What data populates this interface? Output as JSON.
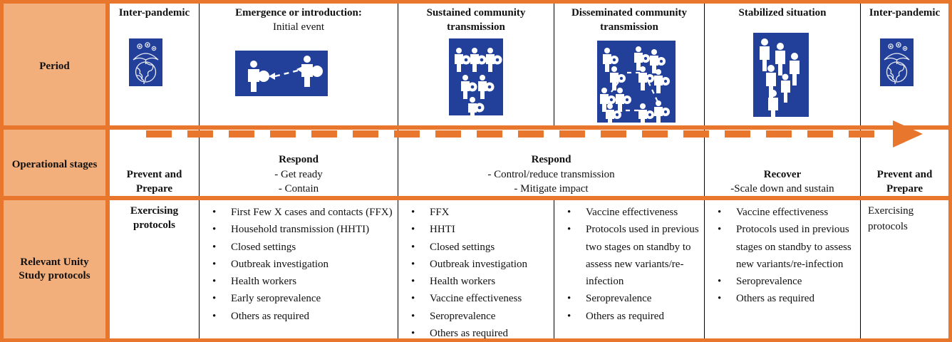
{
  "rows": {
    "period": {
      "label": "Period",
      "columns": [
        {
          "title_bold": "Inter-pandemic",
          "title_rest": "",
          "icon": "umbrella-globe-virus-icon"
        },
        {
          "title_bold": "Emergence or introduction:",
          "title_rest": "Initial event",
          "icon": "two-people-transmission-icon"
        },
        {
          "title_bold": "Sustained community transmission",
          "title_rest": "",
          "icon": "six-infected-people-icon"
        },
        {
          "title_bold": "Disseminated community transmission",
          "title_rest": "",
          "icon": "network-infected-people-icon"
        },
        {
          "title_bold": "Stabilized situation",
          "title_rest": "",
          "icon": "six-healthy-people-icon"
        },
        {
          "title_bold": "Inter-pandemic",
          "title_rest": "",
          "icon": "umbrella-globe-virus-icon"
        }
      ]
    },
    "operational": {
      "label": "Operational stages",
      "cells": [
        {
          "title": "Prevent and Prepare",
          "sub": []
        },
        {
          "title": "Respond",
          "sub": [
            "- Get ready",
            "- Contain"
          ]
        },
        {
          "title": "Respond",
          "sub": [
            "-    Control/reduce transmission",
            "-     Mitigate impact"
          ]
        },
        {
          "title": "Recover",
          "sub": [
            "-Scale down and sustain"
          ]
        },
        {
          "title": "Prevent and Prepare",
          "sub": []
        }
      ]
    },
    "protocols": {
      "label": "Relevant Unity Study protocols",
      "cells": [
        {
          "style": "centered-bold",
          "text": "Exercising protocols",
          "items": []
        },
        {
          "style": "bullets",
          "items": [
            "First Few X cases and contacts (FFX)",
            "Household transmission (HHTI)",
            "Closed settings",
            "Outbreak investigation",
            "Health workers",
            "Early seroprevalence",
            "Others as required"
          ]
        },
        {
          "style": "bullets",
          "items": [
            "FFX",
            "HHTI",
            "Closed settings",
            "Outbreak investigation",
            "Health workers",
            "Vaccine effectiveness",
            "Seroprevalence",
            "Others as required"
          ]
        },
        {
          "style": "bullets",
          "items": [
            "Vaccine effectiveness",
            "Protocols used in previous two stages on standby to assess new variants/re-infection",
            "Seroprevalence",
            "Others as required"
          ]
        },
        {
          "style": "bullets",
          "items": [
            "Vaccine effectiveness",
            "Protocols used in previous stages on standby to assess new variants/re-infection",
            "Seroprevalence",
            "Others as required"
          ]
        },
        {
          "style": "plain-left",
          "text": "Exercising protocols",
          "items": []
        }
      ]
    }
  },
  "colors": {
    "accent_orange": "#E8762C",
    "header_fill": "#F2AE7B",
    "icon_blue": "#22409A",
    "text": "#111111"
  },
  "bullet_glyph": "•"
}
